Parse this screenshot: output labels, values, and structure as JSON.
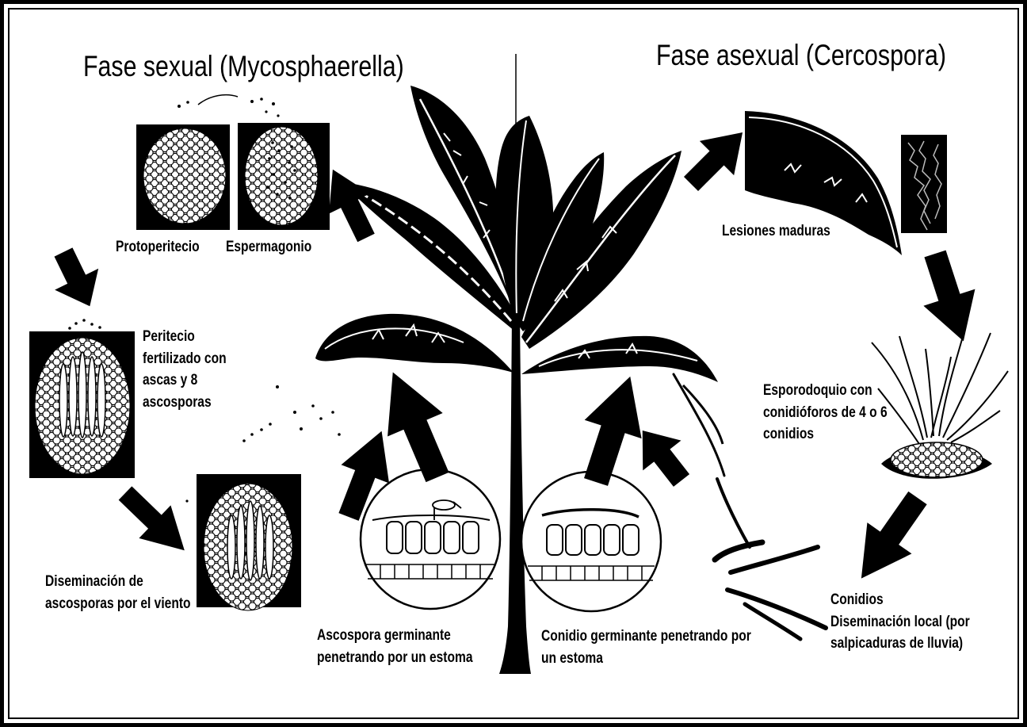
{
  "titles": {
    "sexual": "Fase sexual (Mycosphaerella)",
    "asexual": "Fase asexual (Cercospora)"
  },
  "labels": {
    "protoperitecio": [
      "Protoperitecio"
    ],
    "espermagonio": [
      "Espermagonio"
    ],
    "peritecio": [
      "Peritecio",
      "fertilizado con",
      "ascas y 8",
      "ascosporas"
    ],
    "diseminacion_viento": [
      "Diseminación de",
      "ascosporas por el viento"
    ],
    "ascospora_germinante": [
      "Ascospora germinante",
      "penetrando por un estoma"
    ],
    "conidio_germinante": [
      "Conidio germinante penetrando por",
      "un estoma"
    ],
    "lesiones": [
      "Lesiones maduras"
    ],
    "esporodoquio": [
      "Esporodoquio con",
      "conidióforos de 4 o 6",
      "conidios"
    ],
    "conidios": [
      "Conidios",
      "Diseminación local (por",
      "salpicaduras de lluvia)"
    ]
  },
  "colors": {
    "ink": "#000000",
    "paper": "#ffffff"
  }
}
